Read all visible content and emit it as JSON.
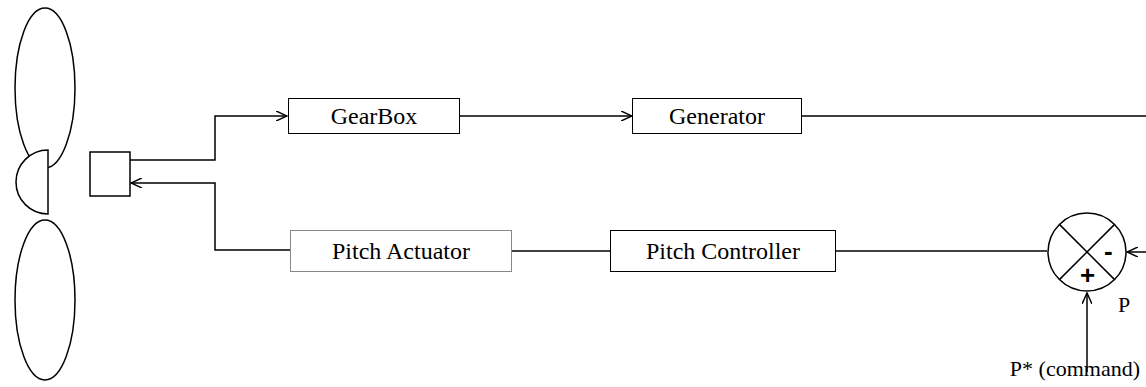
{
  "diagram": {
    "nodes": [
      {
        "text": [
          "GearBox"
        ]
      },
      {
        "text": [
          "Generator"
        ]
      },
      {
        "text": [
          "Pitch Actuator"
        ]
      },
      {
        "text": [
          "Pitch Controller"
        ]
      },
      {
        "text": [
          "+",
          "-"
        ]
      }
    ],
    "edges": [
      {
        "from": 0,
        "to": 1,
        "arrow": "to"
      },
      {
        "from": 1,
        "to": 4,
        "arrow": "to"
      },
      {
        "from": 4,
        "to": 3,
        "arrow": "none"
      },
      {
        "from": 3,
        "to": 2,
        "arrow": "none"
      }
    ],
    "labels": [
      "P",
      "P* (command)"
    ]
  }
}
